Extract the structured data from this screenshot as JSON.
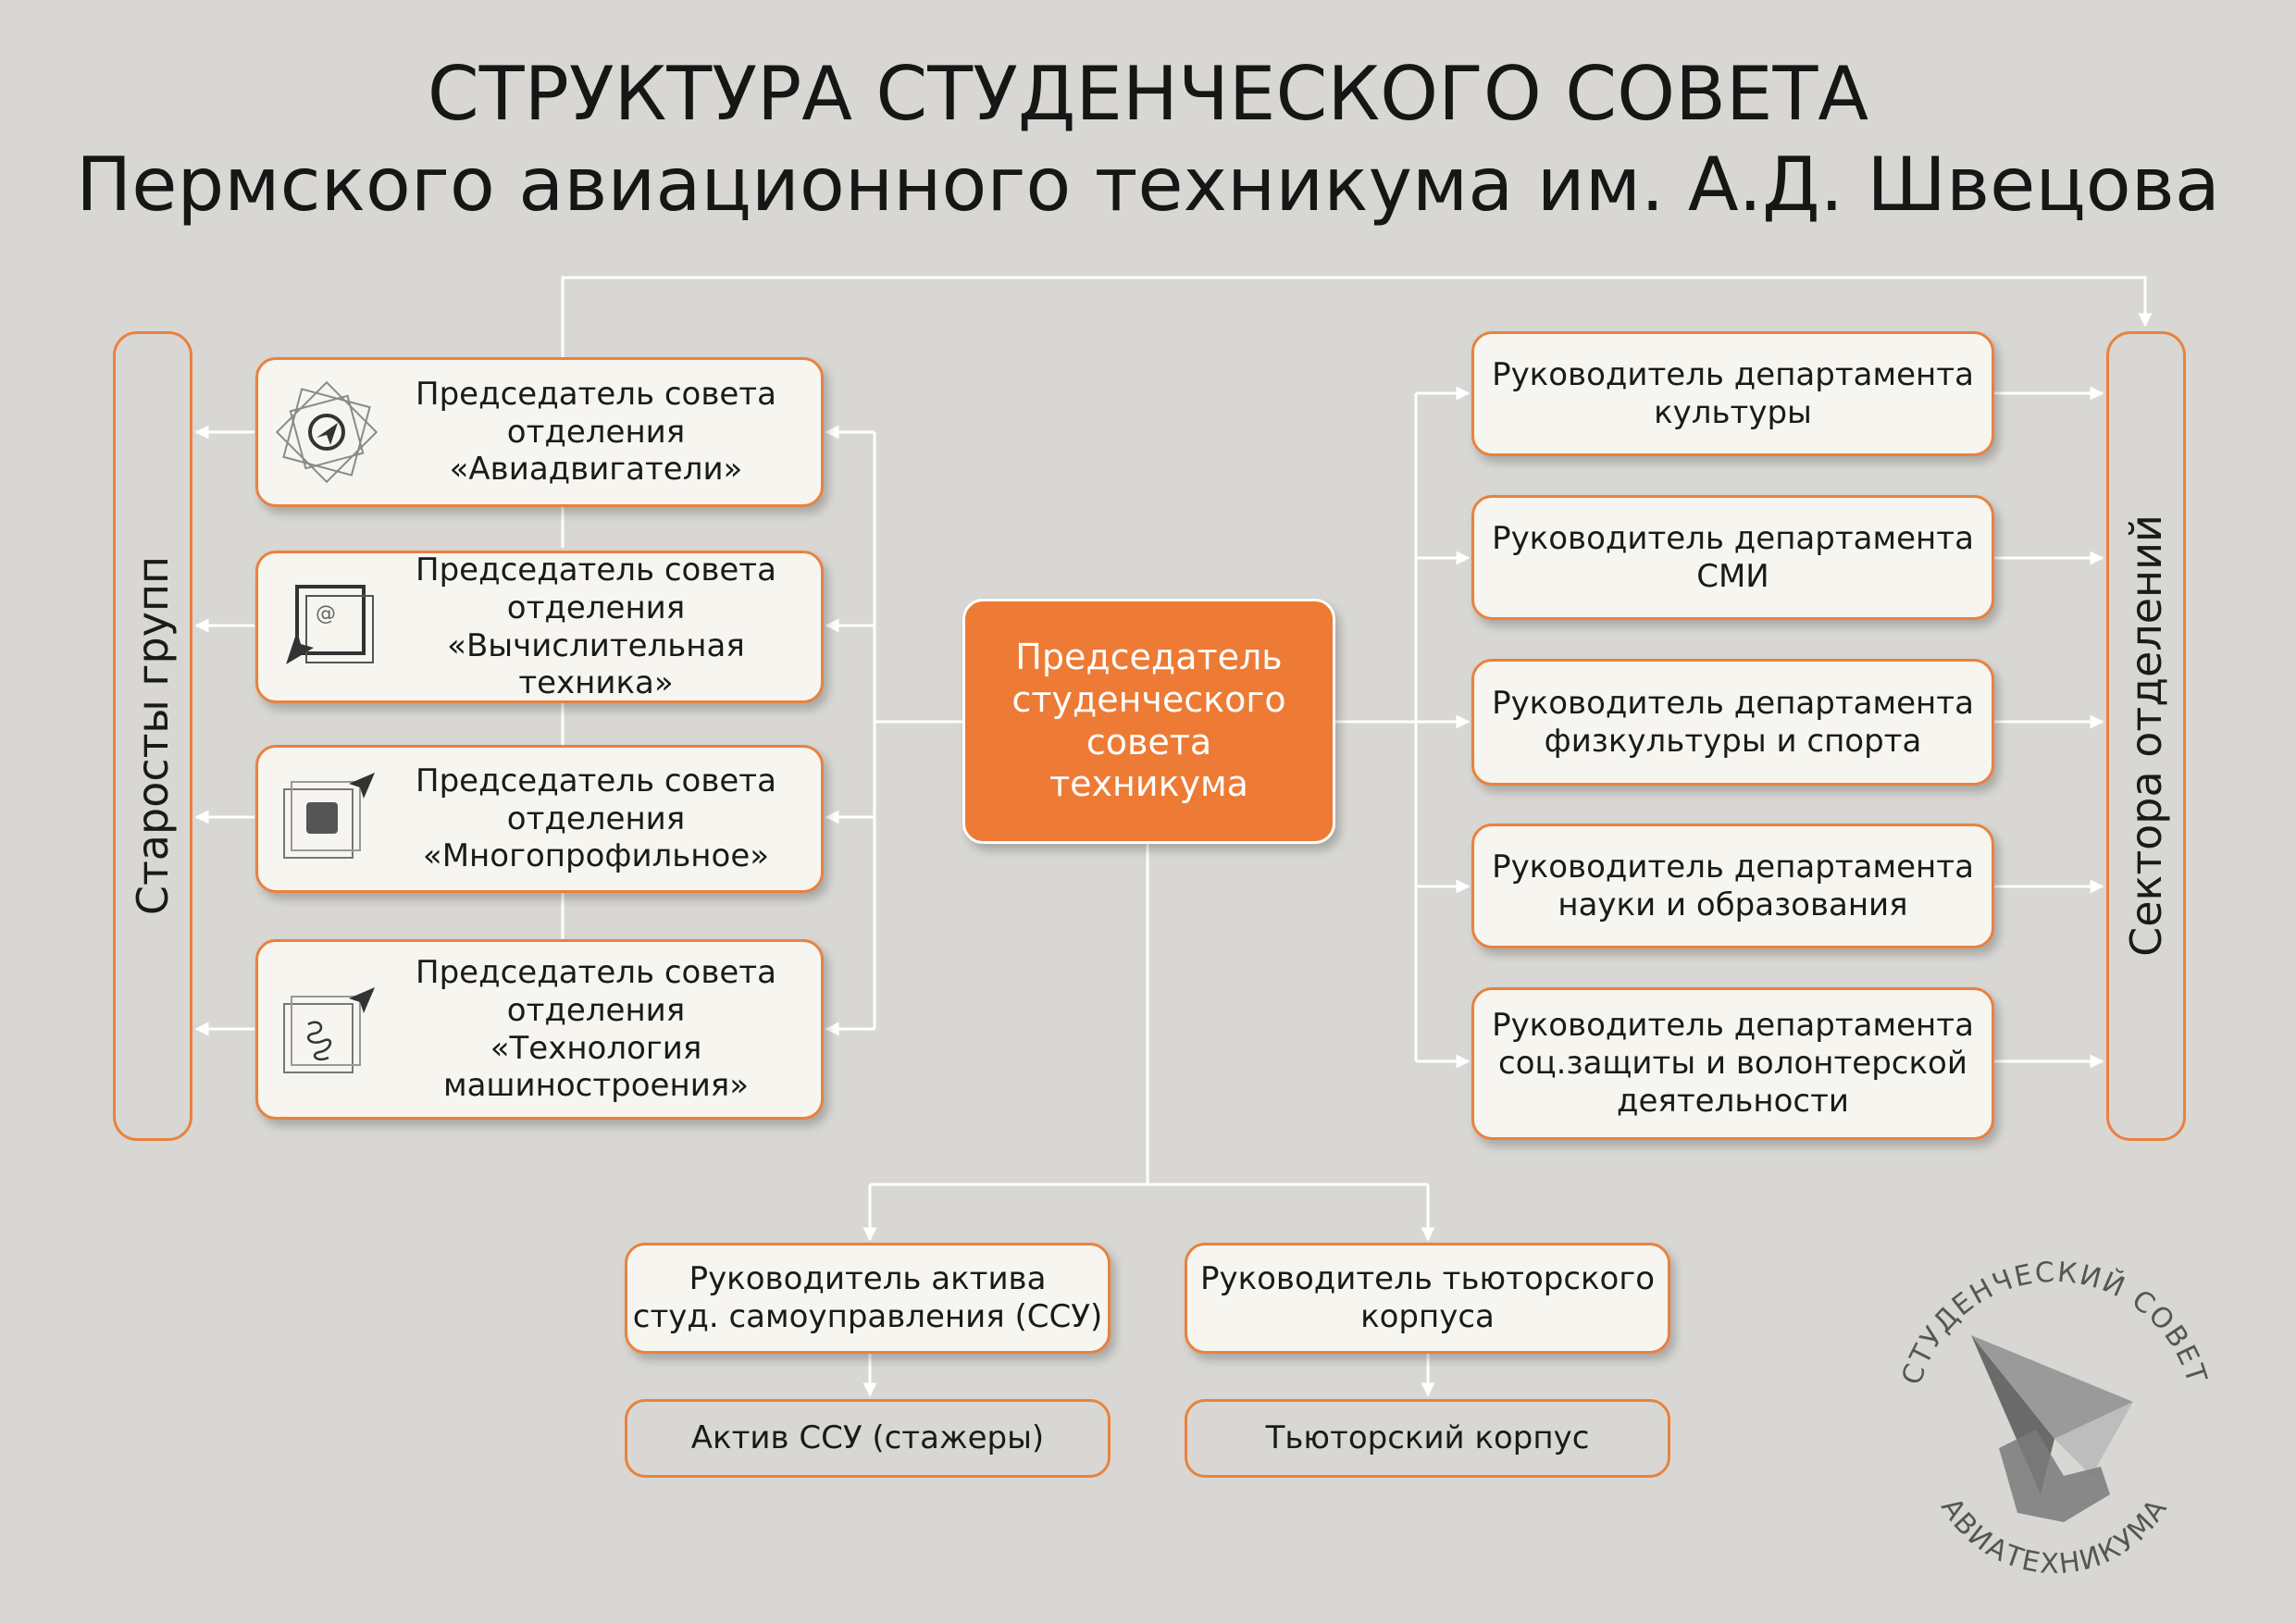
{
  "title": {
    "line1": "СТРУКТУРА СТУДЕНЧЕСКОГО СОВЕТА",
    "line2": "Пермского авиационного техникума им. А.Д. Швецова"
  },
  "center": {
    "label": "Председатель\nстуденческого\nсовета\nтехникума"
  },
  "left_bar": {
    "label": "Старосты групп"
  },
  "right_bar": {
    "label": "Сектора отделений"
  },
  "chairs": [
    {
      "label": "Председатель совета\nотделения\n«Авиадвигатели»",
      "icon": "jet-engine-icon"
    },
    {
      "label": "Председатель совета\nотделения\n«Вычислительная техника»",
      "icon": "computer-at-icon"
    },
    {
      "label": "Председатель совета\nотделения\n«Многопрофильное»",
      "icon": "multiprofile-square-icon"
    },
    {
      "label": "Председатель совета\nотделения\n«Технология\nмашиностроения»",
      "icon": "spring-icon"
    }
  ],
  "departments": [
    {
      "label": "Руководитель департамента\nкультуры"
    },
    {
      "label": "Руководитель департамента\nСМИ"
    },
    {
      "label": "Руководитель департамента\nфизкультуры и спорта"
    },
    {
      "label": "Руководитель департамента\nнауки и образования"
    },
    {
      "label": "Руководитель департамента\nсоц.защиты и волонтерской\nдеятельности"
    }
  ],
  "bottom": {
    "ssu_head": "Руководитель актива\nстуд. самоуправления (ССУ)",
    "ssu_group": "Актив ССУ (стажеры)",
    "tutor_head": "Руководитель тьюторского\nкорпуса",
    "tutor_group": "Тьюторский корпус"
  },
  "logo": {
    "top_text": "СТУДЕНЧЕСКИЙ СОВЕТ",
    "bottom_text": "АВИАТЕХНИКУМА",
    "icon": "paper-plane-icon"
  },
  "colors": {
    "background": "#d8d7d3",
    "accent": "#ed7b35",
    "border": "#e8823f",
    "box_fill": "#f7f5f0",
    "connector": "#ffffff"
  }
}
